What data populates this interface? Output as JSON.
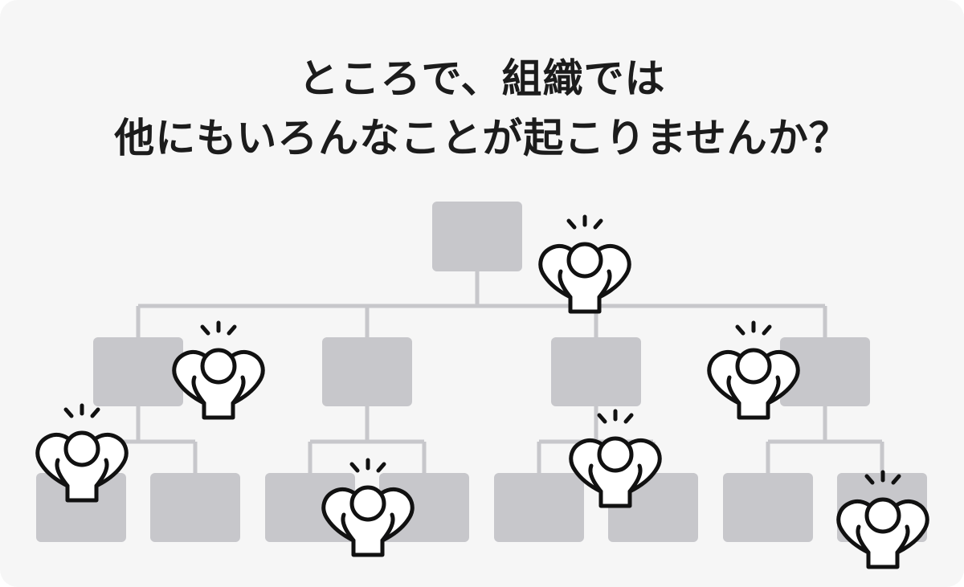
{
  "title": {
    "line1": "ところで、組織では",
    "line2": "他にもいろんなことが起こりませんか？"
  },
  "colors": {
    "background": "#f6f6f6",
    "box": "#c7c7cb",
    "connector": "#c7c7cb",
    "text": "#1c1c1c",
    "icon_stroke": "#111111"
  },
  "org_chart": {
    "levels": [
      1,
      4,
      8
    ],
    "icon": "stressed-person-icon"
  }
}
